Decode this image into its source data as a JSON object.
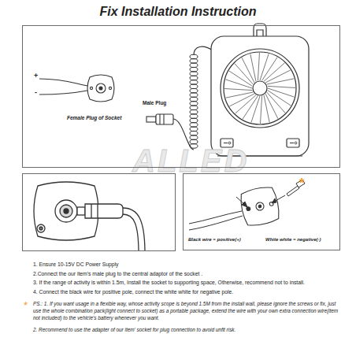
{
  "diagram": {
    "title": "Fix Installation Instruction",
    "nodes": [
      {
        "text": [
          "+",
          "-",
          "Female Plug of Socket",
          "Male Plug"
        ]
      },
      {
        "text": [
          "*",
          "Black wire = positive(+)",
          "White white = negative(-)"
        ]
      }
    ],
    "labels": [
      "1. Ensure 10-15V DC Power Supply",
      "2.Connect the our item's male plug to the central adaptor of the socket .",
      "3. If the range of activity is within 1.5m, Install the socket to supporting space, Otherwise, recommend not to install.",
      "4. Connect the black wire for positive pole, connect the white white for negative pole.",
      "*",
      "PS.: 1. If you want usage in a flexible way, whose activity scope is beyond 1.5M from the install wall, please ignore the screws or fix, just use the whole combination pack(light connect to socket) as a portable package, extend the wire with your own extra connection wire(item not included) to the vehicle's battery whenever you want.",
      "2. Recommend to use the adapter of our item' socket for plug connection to avoid unfit risk.",
      "ALLED"
    ]
  }
}
